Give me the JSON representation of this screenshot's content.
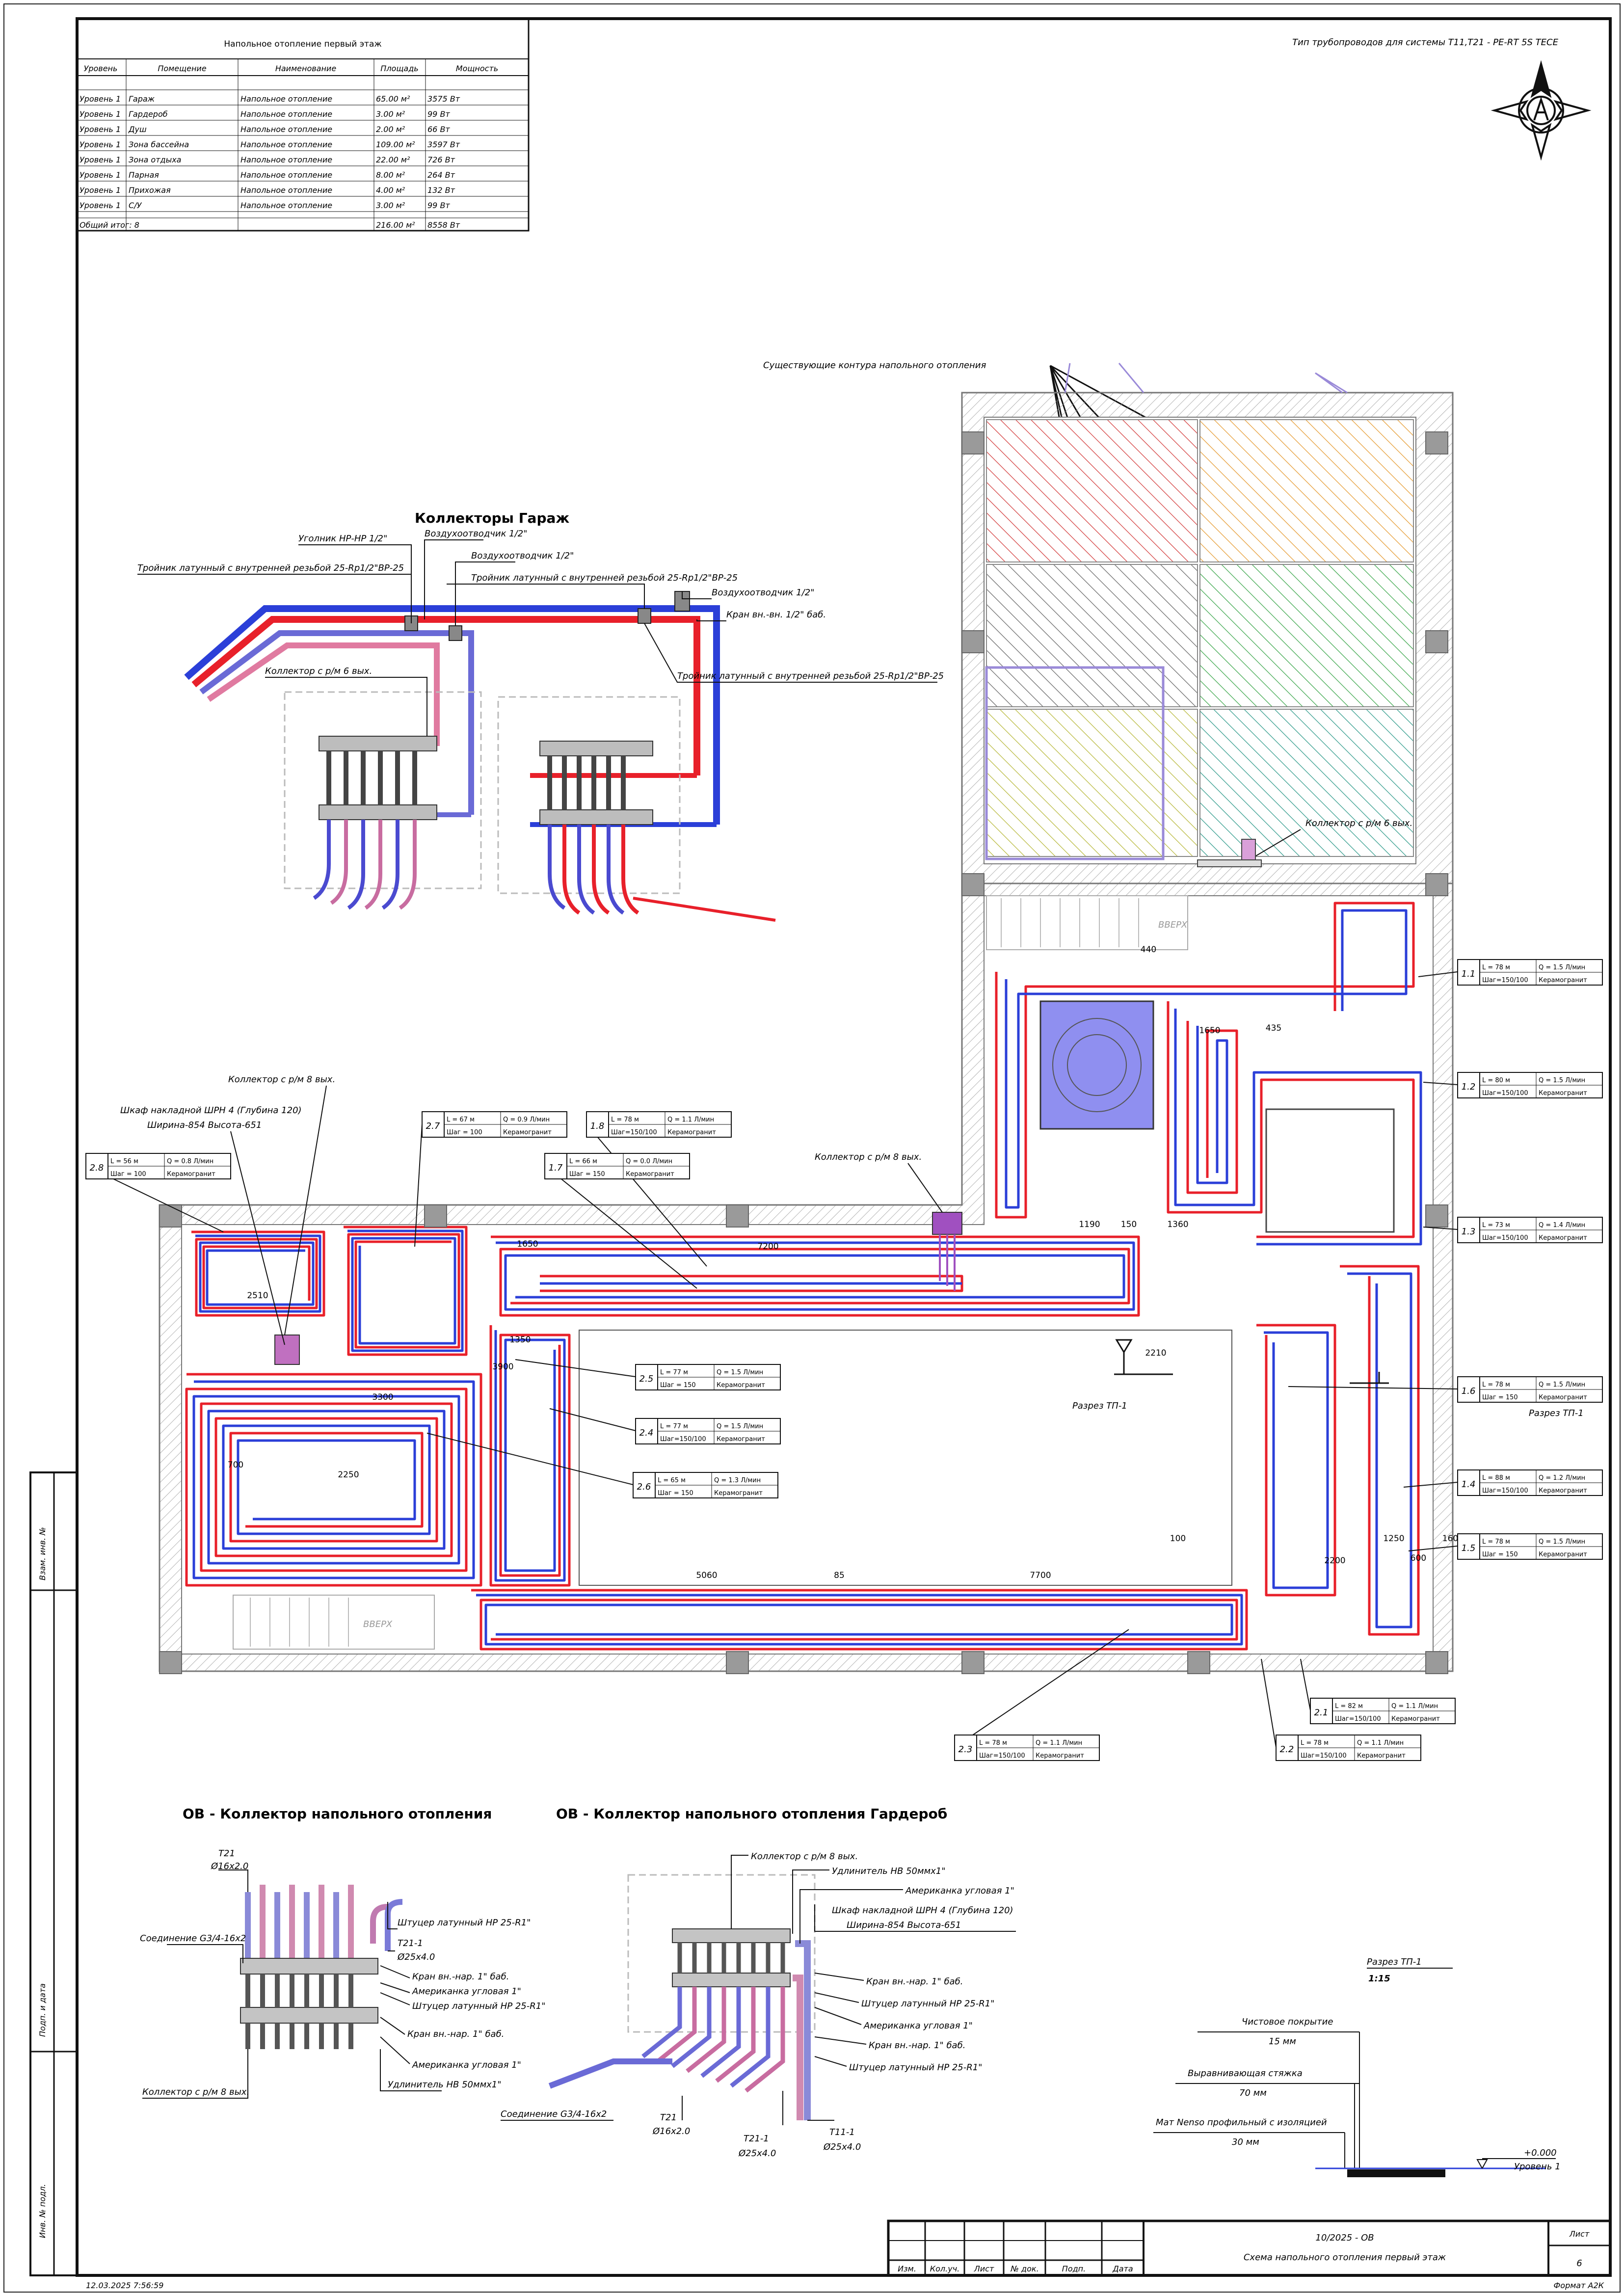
{
  "room_table": {
    "title": "Напольное отопление первый этаж",
    "columns": [
      "Уровень",
      "Помещение",
      "Наименование",
      "Площадь",
      "Мощность"
    ],
    "rows": [
      [
        "Уровень 1",
        "Гараж",
        "Напольное отопление",
        "65.00 м²",
        "3575 Вт"
      ],
      [
        "Уровень 1",
        "Гардероб",
        "Напольное отопление",
        "3.00 м²",
        "99 Вт"
      ],
      [
        "Уровень 1",
        "Душ",
        "Напольное отопление",
        "2.00 м²",
        "66 Вт"
      ],
      [
        "Уровень 1",
        "Зона бассейна",
        "Напольное отопление",
        "109.00 м²",
        "3597 Вт"
      ],
      [
        "Уровень 1",
        "Зона отдыха",
        "Напольное отопление",
        "22.00 м²",
        "726 Вт"
      ],
      [
        "Уровень 1",
        "Парная",
        "Напольное отопление",
        "8.00 м²",
        "264 Вт"
      ],
      [
        "Уровень 1",
        "Прихожая",
        "Напольное отопление",
        "4.00 м²",
        "132 Вт"
      ],
      [
        "Уровень 1",
        "С/У",
        "Напольное отопление",
        "3.00 м²",
        "99 Вт"
      ]
    ],
    "total_label": "Общий итог: 8",
    "total_area": "216.00 м²",
    "total_power": "8558 Вт"
  },
  "pipe_type_note": "Тип трубопроводов для системы Т11,Т21 - PE-RT 5S TECE",
  "existing_loops_label": "Существующие контура напольного отопления",
  "garage_block": {
    "heading": "Коллекторы Гараж",
    "labels": [
      "Уголник НР-НР 1/2\"",
      "Воздухоотводчик 1/2\"",
      "Тройник латунный с внутренней резьбой 25-Rp1/2\"ВР-25",
      "Воздухоотводчик 1/2\"",
      "Тройник латунный с внутренней резьбой 25-Rp1/2\"ВР-25",
      "Воздухоотводчик 1/2\"",
      "Кран вн.-вн. 1/2\" баб.",
      "Коллектор с р/м 6 вых.",
      "Тройник латунный с внутренней резьбой 25-Rp1/2\"ВР-25"
    ]
  },
  "plan": {
    "manifold_8_left": "Коллектор с р/м 8 вых.",
    "cabinet_line1": "Шкаф накладной ШРН 4 (Глубина 120)",
    "cabinet_line2": "Ширина-854   Высота-651",
    "manifold_8_mid": "Коллектор с р/м 8 вых.",
    "manifold_6_top": "Коллектор с р/м 6 вых.",
    "stairs_up": "ВВЕРХ",
    "section_mark": "Разрез ТП-1",
    "loops": [
      {
        "id": "1.1",
        "l": "L = 78 м",
        "q": "Q = 1.5 Л/мин",
        "step": "Шаг=150/100",
        "finish": "Керамогранит"
      },
      {
        "id": "1.2",
        "l": "L = 80 м",
        "q": "Q = 1.5 Л/мин",
        "step": "Шаг=150/100",
        "finish": "Керамогранит"
      },
      {
        "id": "1.3",
        "l": "L = 73 м",
        "q": "Q = 1.4 Л/мин",
        "step": "Шаг=150/100",
        "finish": "Керамогранит"
      },
      {
        "id": "1.6",
        "l": "L = 78 м",
        "q": "Q = 1.5 Л/мин",
        "step": "Шаг = 150",
        "finish": "Керамогранит"
      },
      {
        "id": "1.4",
        "l": "L = 88 м",
        "q": "Q = 1.2 Л/мин",
        "step": "Шаг=150/100",
        "finish": "Керамогранит"
      },
      {
        "id": "1.5",
        "l": "L = 78 м",
        "q": "Q = 1.5 Л/мин",
        "step": "Шаг = 150",
        "finish": "Керамогранит"
      },
      {
        "id": "2.1",
        "l": "L = 82 м",
        "q": "Q = 1.1 Л/мин",
        "step": "Шаг=150/100",
        "finish": "Керамогранит"
      },
      {
        "id": "2.2",
        "l": "L = 78 м",
        "q": "Q = 1.1 Л/мин",
        "step": "Шаг=150/100",
        "finish": "Керамогранит"
      },
      {
        "id": "2.3",
        "l": "L = 78 м",
        "q": "Q = 1.1 Л/мин",
        "step": "Шаг=150/100",
        "finish": "Керамогранит"
      },
      {
        "id": "2.5",
        "l": "L = 77 м",
        "q": "Q = 1.5 Л/мин",
        "step": "Шаг = 150",
        "finish": "Керамогранит"
      },
      {
        "id": "2.4",
        "l": "L = 77 м",
        "q": "Q = 1.5 Л/мин",
        "step": "Шаг=150/100",
        "finish": "Керамогранит"
      },
      {
        "id": "2.6",
        "l": "L = 65 м",
        "q": "Q = 1.3 Л/мин",
        "step": "Шаг = 150",
        "finish": "Керамогранит"
      },
      {
        "id": "2.7",
        "l": "L = 67 м",
        "q": "Q = 0.9 Л/мин",
        "step": "Шаг = 100",
        "finish": "Керамогранит"
      },
      {
        "id": "2.8",
        "l": "L = 56 м",
        "q": "Q = 0.8 Л/мин",
        "step": "Шаг = 100",
        "finish": "Керамогранит"
      },
      {
        "id": "1.8",
        "l": "L = 78 м",
        "q": "Q = 1.1 Л/мин",
        "step": "Шаг=150/100",
        "finish": "Керамогранит"
      },
      {
        "id": "1.7",
        "l": "L = 66 м",
        "q": "Q = 0.0 Л/мин",
        "step": "Шаг = 150",
        "finish": "Керамогранит"
      }
    ],
    "dims": [
      "7200",
      "2210",
      "5060",
      "85",
      "7700",
      "3300",
      "3900",
      "2250",
      "1350",
      "1650",
      "2510",
      "1190",
      "1360",
      "1650",
      "435",
      "2200",
      "1250",
      "600",
      "160",
      "100",
      "150",
      "700",
      "440"
    ]
  },
  "manifold_block": {
    "heading": "ОВ - Коллектор напольного отопления",
    "labels": [
      "Т21",
      "Ø16х2.0",
      "Соединение G3/4-16х2",
      "Штуцер латунный НР 25-R1\"",
      "Т21-1",
      "Ø25х4.0",
      "Кран вн.-нар. 1\" баб.",
      "Американка угловая 1\"",
      "Штуцер латунный НР 25-R1\"",
      "Кран вн.-нар. 1\" баб.",
      "Американка угловая 1\"",
      "Удлинитель НВ 50ммх1\"",
      "Коллектор с р/м 8 вых."
    ]
  },
  "wardrobe_block": {
    "heading": "ОВ - Коллектор напольного отопления Гардероб",
    "labels": [
      "Коллектор с р/м 8 вых.",
      "Удлинитель НВ 50ммх1\"",
      "Американка угловая 1\"",
      "Шкаф накладной ШРН 4 (Глубина 120)",
      "Ширина-854   Высота-651",
      "Кран вн.-нар. 1\" баб.",
      "Штуцер латунный НР 25-R1\"",
      "Американка угловая 1\"",
      "Кран вн.-нар. 1\" баб.",
      "Штуцер латунный НР 25-R1\"",
      "Соединение G3/4-16х2",
      "Т21",
      "Ø16х2.0",
      "Т21-1",
      "Ø25х4.0",
      "Т11-1",
      "Ø25х4.0"
    ]
  },
  "section": {
    "title": "Разрез ТП-1",
    "scale": "1:15",
    "layers": [
      {
        "name": "Чистовое покрытие",
        "thickness": "15 мм"
      },
      {
        "name": "Выравнивающая стяжка",
        "thickness": "70 мм"
      },
      {
        "name": "Мат Nenso профильный с изоляцией",
        "thickness": "30 мм"
      }
    ],
    "level_value": "+0.000",
    "level_name": "Уровень 1"
  },
  "stamp": {
    "code": "10/2025 - ОВ",
    "title": "Схема напольного отопления первый этаж",
    "sheet_label": "Лист",
    "sheet_number": "6",
    "cols": [
      "Изм.",
      "Кол.уч.",
      "Лист",
      "№ док.",
      "Подп.",
      "Дата"
    ],
    "side": [
      "Взам. инв. №",
      "Подп. и дата",
      "Инв. № подл."
    ]
  },
  "footer": {
    "timestamp": "12.03.2025 7:56:59",
    "format": "Формат А2К"
  },
  "colors": {
    "supply": "#e8202a",
    "return": "#2b3fd8",
    "wall": "#9a9a9a"
  }
}
